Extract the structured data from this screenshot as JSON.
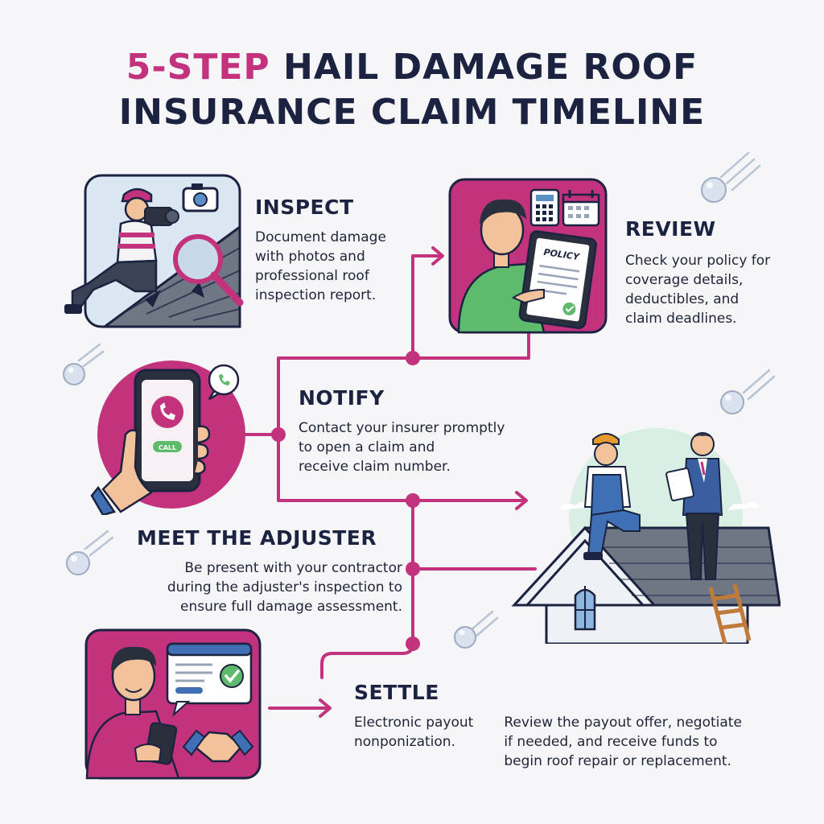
{
  "title": {
    "accent": "5-STEP",
    "rest_line1": "HAIL DAMAGE ROOF",
    "line2": "INSURANCE CLAIM TIMELINE"
  },
  "steps": [
    {
      "title": "INSPECT",
      "desc": [
        "Document damage",
        "with photos and",
        "professional roof",
        "inspection report."
      ]
    },
    {
      "title": "REVIEW",
      "desc": [
        "Check your policy for",
        "coverage details,",
        "deductibles, and",
        "claim deadlines."
      ]
    },
    {
      "title": "NOTIFY",
      "desc": [
        "Contact your insurer promptly",
        "to open a claim and",
        "receive claim number."
      ]
    },
    {
      "title": "MEET THE ADJUSTER",
      "desc": [
        "Be present with your contractor",
        "during the adjuster's inspection to",
        "ensure full damage assessment."
      ]
    },
    {
      "title": "SETTLE",
      "desc": [
        "Electronic payout",
        "nonponization."
      ],
      "desc2": [
        "Review the payout offer, negotiate",
        "if needed, and receive funds to",
        "begin roof repair or replacement."
      ]
    }
  ],
  "labels": {
    "policy": "POLICY",
    "call": "CALL"
  },
  "colors": {
    "accent": "#c2327d",
    "navy": "#1b2340",
    "green": "#5dbb6b"
  },
  "icons": [
    "camera-icon",
    "magnifier-icon",
    "calculator-icon",
    "calendar-icon",
    "phone-icon",
    "chat-phone-icon",
    "check-icon",
    "handshake-icon",
    "hailstone-icon",
    "clipboard-icon",
    "ladder-icon"
  ]
}
